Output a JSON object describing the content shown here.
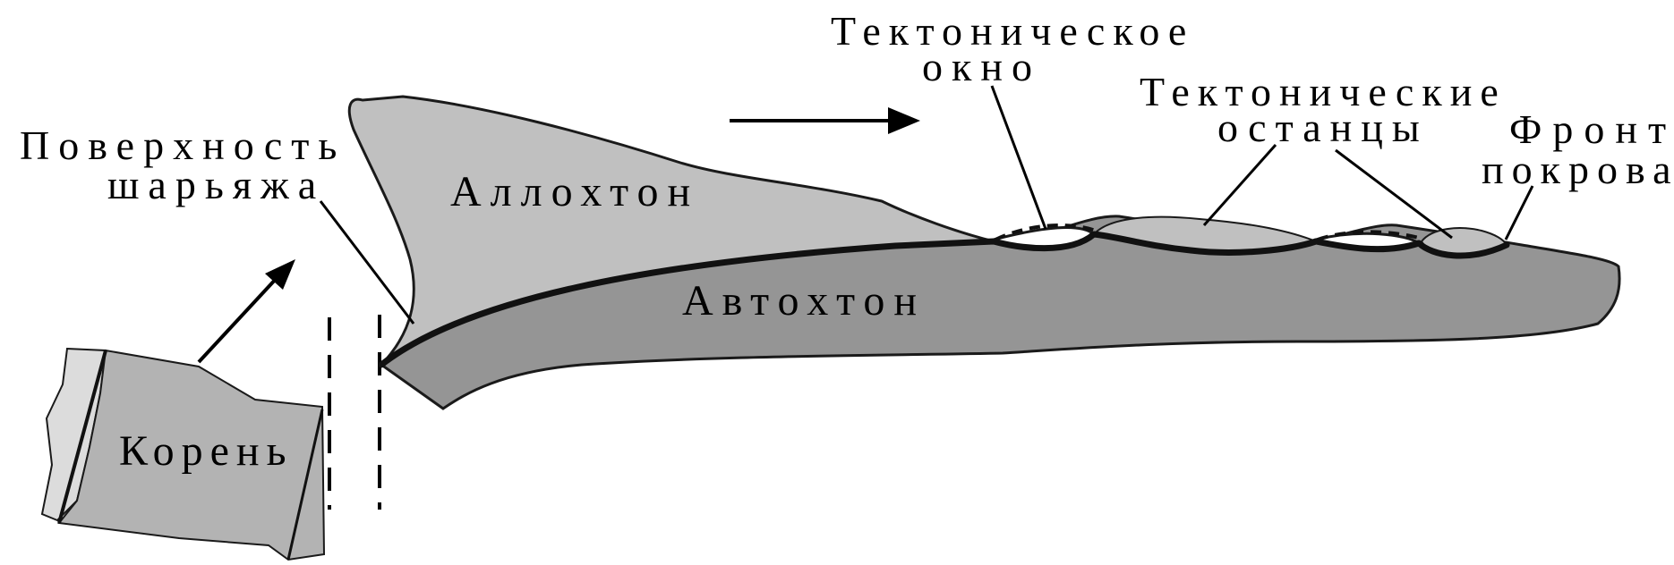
{
  "diagram": {
    "labels": {
      "allochthon": "Аллохтон",
      "autochthon": "Автохтон",
      "root": "Корень",
      "thrust_surface_line1": "Поверхность",
      "thrust_surface_line2": "шарьяжа",
      "tectonic_window_line1": "Тектоническое",
      "tectonic_window_line2": "окно",
      "tectonic_remnants_line1": "Тектонические",
      "tectonic_remnants_line2": "останцы",
      "nappe_front_line1": "Фронт",
      "nappe_front_line2": "покрова"
    },
    "colors": {
      "allochthon_fill": "#c0c0c0",
      "autochthon_fill": "#959595",
      "root_fill": "#b3b3b3",
      "root_light_fill": "#dcdcdc",
      "window_fill": "#ffffff",
      "outline": "#1a1a1a",
      "thrust_line": "#111111"
    }
  }
}
